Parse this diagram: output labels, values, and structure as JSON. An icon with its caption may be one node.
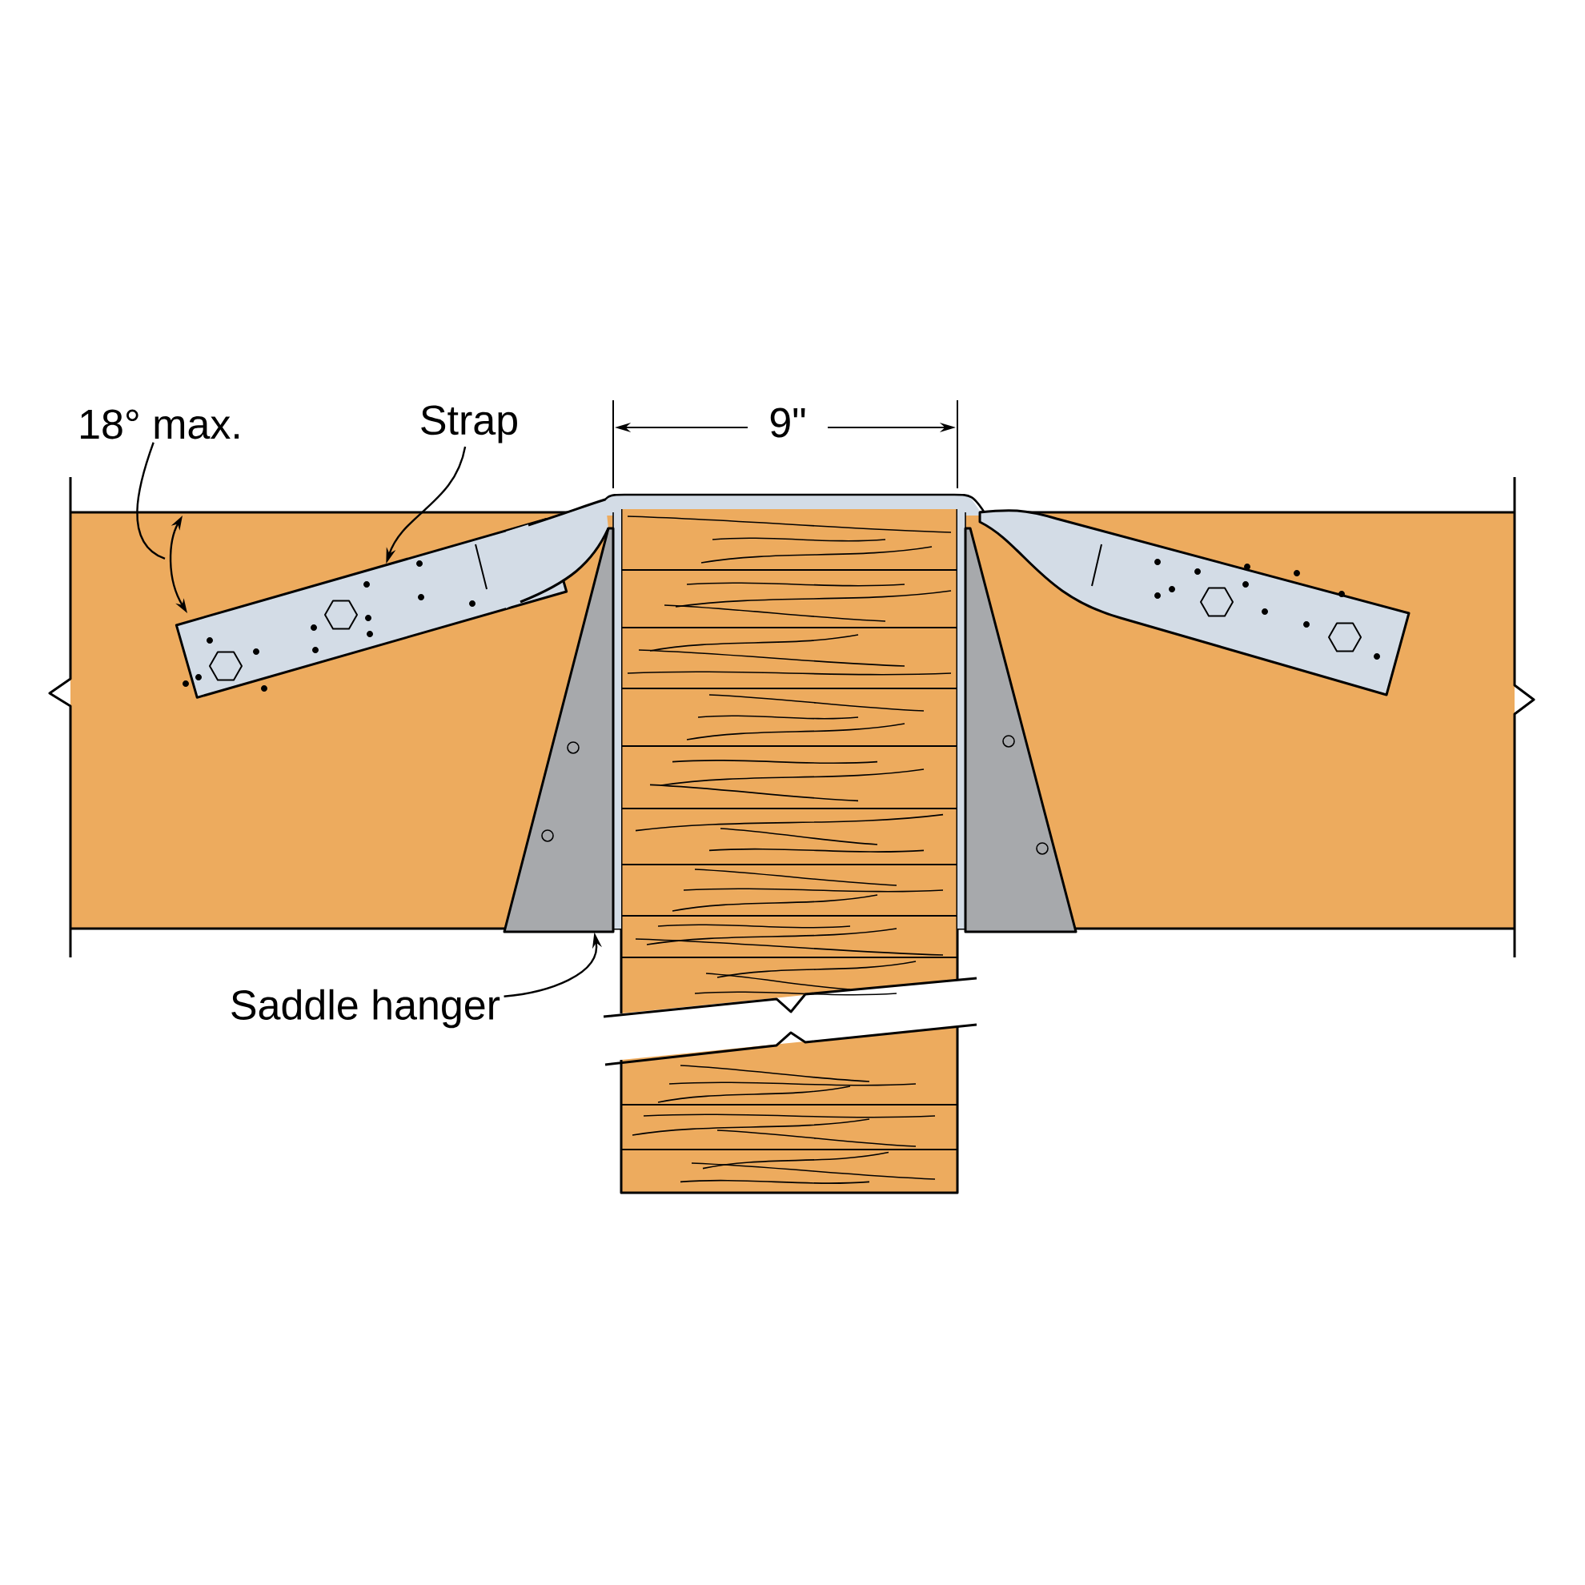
{
  "diagram": {
    "nodes": [
      {
        "text": [
          "18° max."
        ]
      },
      {
        "text": [
          "Strap"
        ]
      },
      {
        "text": [],
        "shape": "bar"
      },
      {
        "text": [
          "Saddle hanger"
        ]
      },
      {
        "text": [],
        "shape": "picture"
      }
    ],
    "edges": [
      {
        "from": 0,
        "to": null,
        "arrow": "none"
      },
      {
        "from": 1,
        "to": 2,
        "arrow": "to"
      },
      {
        "from": 3,
        "to": 4,
        "arrow": "to"
      }
    ],
    "labels": [
      "9\""
    ]
  }
}
